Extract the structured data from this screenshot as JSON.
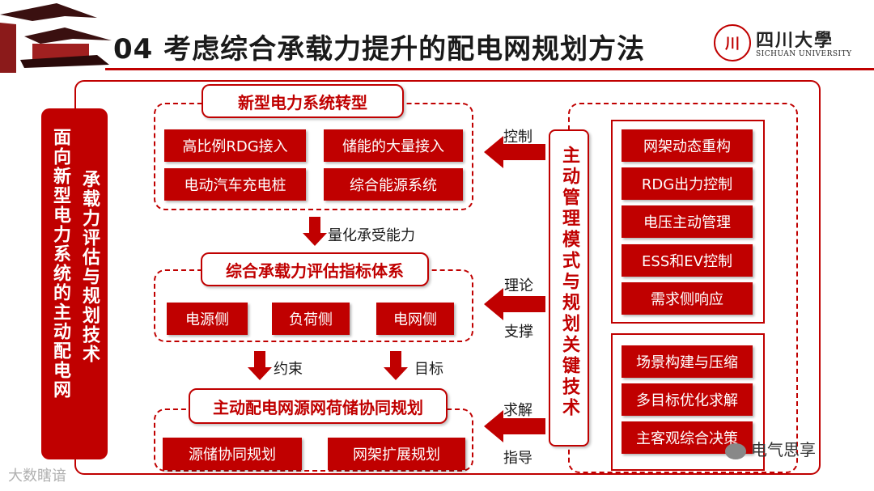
{
  "header": {
    "title": "04 考虑综合承载力提升的配电网规划方法",
    "university_cn": "四川大學",
    "university_en": "SICHUAN UNIVERSITY"
  },
  "left_panel": {
    "col1": "面向新型电力系统的主动配电网",
    "col2": "承载力评估与规划技术"
  },
  "group_transition": {
    "title": "新型电力系统转型",
    "items": [
      "高比例RDG接入",
      "储能的大量接入",
      "电动汽车充电桩",
      "综合能源系统"
    ]
  },
  "group_index": {
    "title": "综合承载力评估指标体系",
    "items": [
      "电源侧",
      "负荷侧",
      "电网侧"
    ]
  },
  "group_planning": {
    "title": "主动配电网源网荷储协同规划",
    "items": [
      "源储协同规划",
      "网架扩展规划"
    ]
  },
  "key_tech": {
    "title": "主动管理模式与规划关键技术"
  },
  "right_upper": {
    "items": [
      "网架动态重构",
      "RDG出力控制",
      "电压主动管理",
      "ESS和EV控制",
      "需求侧响应"
    ]
  },
  "right_lower": {
    "items": [
      "场景构建与压缩",
      "多目标优化求解",
      "主客观综合决策"
    ]
  },
  "labels": {
    "control": "控制",
    "theory": "理论",
    "support": "支撑",
    "solve": "求解",
    "guide": "指导",
    "quantify": "量化承受能力",
    "constraint": "约束",
    "goal": "目标"
  },
  "watermarks": {
    "left": "大数瞎谙",
    "right": "电气思享"
  },
  "colors": {
    "accent": "#c00000",
    "background": "#ffffff"
  }
}
